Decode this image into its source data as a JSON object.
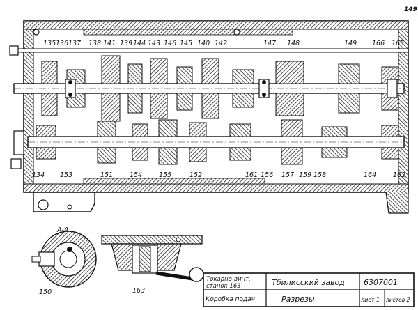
{
  "sheet": {
    "sheet_number": "149",
    "section_label": "А-А"
  },
  "callouts_top": [
    "135",
    "136",
    "137",
    "138",
    "141",
    "139",
    "144",
    "143",
    "146",
    "145",
    "140",
    "142",
    "147",
    "148",
    "149",
    "166",
    "165"
  ],
  "callouts_bottom": [
    "134",
    "153",
    "151",
    "154",
    "155",
    "152",
    "161",
    "156",
    "157",
    "159",
    "158",
    "164",
    "162"
  ],
  "detail_labels": [
    "150",
    "163"
  ],
  "title_block": {
    "name_line1": "Токарно-винт.",
    "name_line2": "станок 163",
    "assembly": "Коробка подач",
    "factory": "Тбилисский завод",
    "drawing_no": "6307001",
    "view": "Разрезы",
    "sheet": "лист 1",
    "sheets": "листов 2"
  },
  "colors": {
    "ink": "#111111",
    "paper": "#ffffff",
    "hatch": "#333333"
  }
}
